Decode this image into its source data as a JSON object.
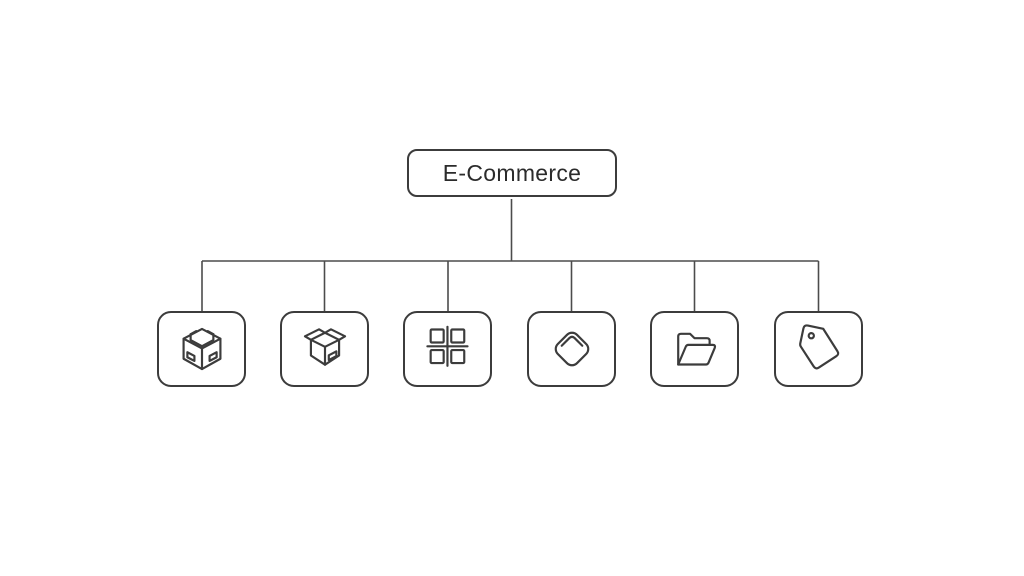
{
  "diagram": {
    "root": {
      "label": "E-Commerce"
    },
    "children": [
      {
        "name": "sealed-package",
        "icon": "package-3d-icon"
      },
      {
        "name": "open-box",
        "icon": "open-box-icon"
      },
      {
        "name": "category-grid",
        "icon": "grid-squares-icon"
      },
      {
        "name": "rounded-diamond",
        "icon": "rounded-diamond-icon"
      },
      {
        "name": "folder",
        "icon": "open-folder-icon"
      },
      {
        "name": "price-tag",
        "icon": "price-tag-icon"
      }
    ],
    "colors": {
      "node_border": "#3c3c3c",
      "icon_stroke": "#3c3c3c",
      "connector": "#4c4c4c",
      "text": "#2b2b2b",
      "background": "#ffffff"
    }
  }
}
